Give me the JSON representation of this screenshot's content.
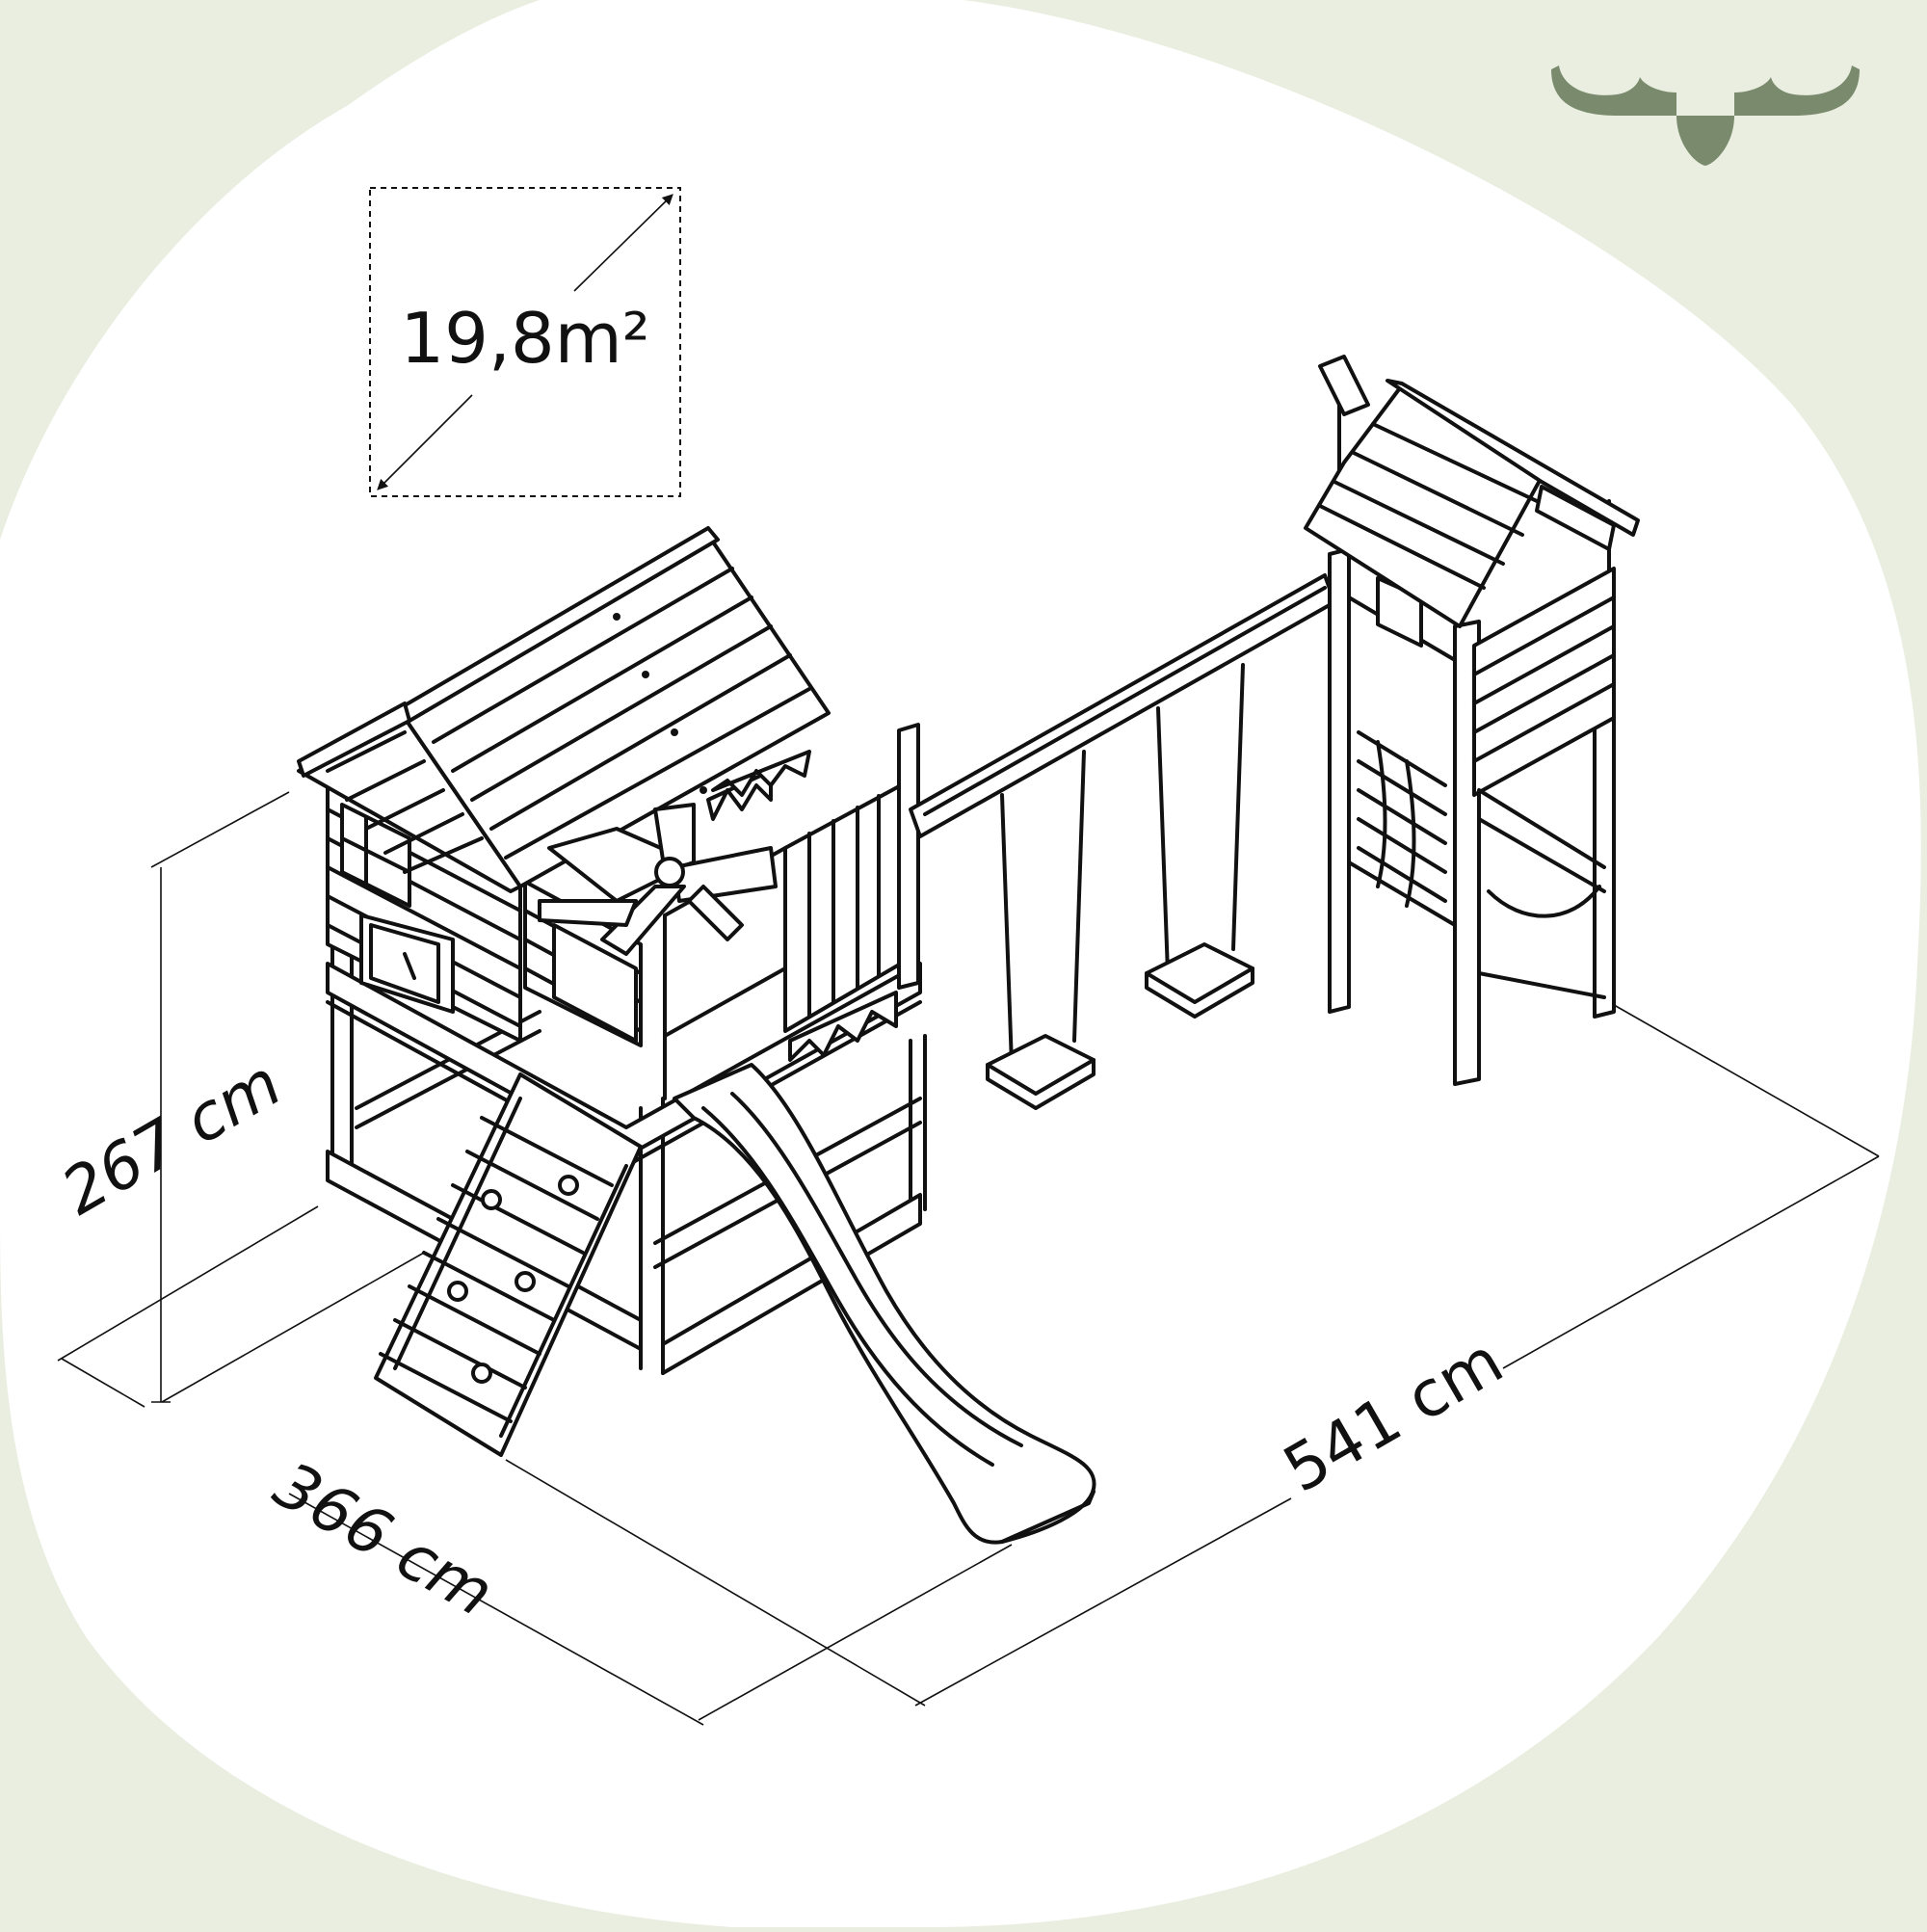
{
  "colors": {
    "background": "#e9eee0",
    "blob": "#ffffff",
    "line": "#111111",
    "logo": "#7a8a6c"
  },
  "logo": {
    "icon": "moose-antler-icon"
  },
  "area_box": {
    "label": "19,8m²"
  },
  "dimensions": {
    "height": "267 cm",
    "depth": "366 cm",
    "width": "541 cm"
  }
}
